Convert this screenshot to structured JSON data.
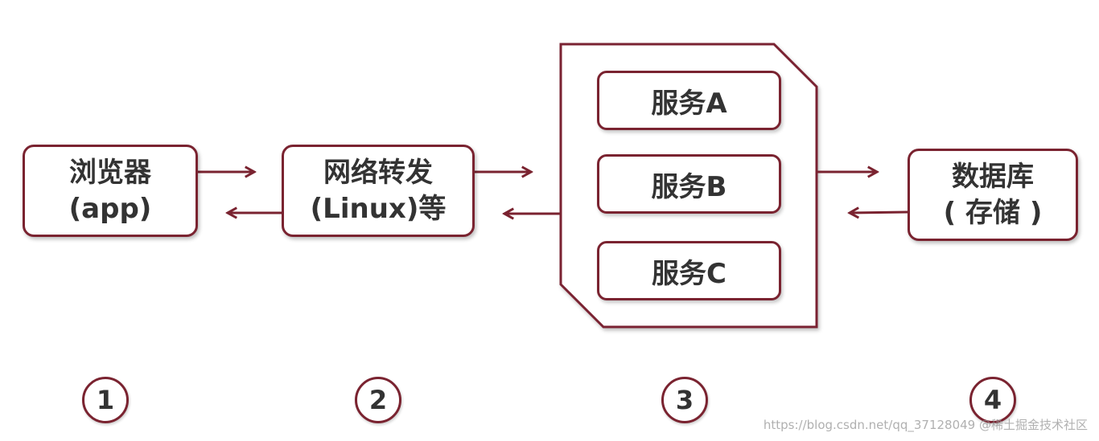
{
  "nodes": {
    "browser": {
      "line1": "浏览器",
      "line2": "(app)"
    },
    "network": {
      "line1": "网络转发",
      "line2": "(Linux)等"
    },
    "services": [
      "服务A",
      "服务B",
      "服务C"
    ],
    "database": {
      "line1": "数据库",
      "line2": "( 存储 )"
    }
  },
  "steps": [
    "1",
    "2",
    "3",
    "4"
  ],
  "watermark": "https://blog.csdn.net/qq_37128049 @稀土掘金技术社区",
  "colors": {
    "accent": "#7a2330",
    "text": "#333333"
  }
}
